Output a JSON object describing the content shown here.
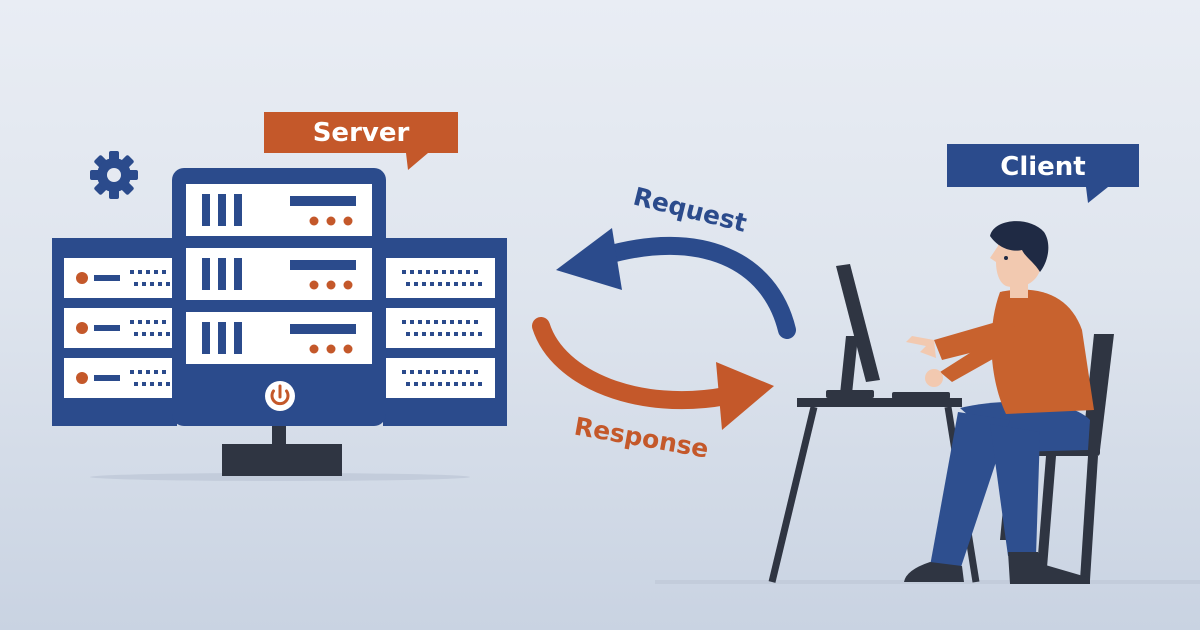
{
  "labels": {
    "server": "Server",
    "client": "Client",
    "request": "Request",
    "response": "Response"
  },
  "colors": {
    "navy": "#2b4b8c",
    "dark_navy": "#253a66",
    "orange": "#c4582a",
    "white": "#ffffff",
    "charcoal": "#2f3542",
    "shirt": "#c8622e",
    "jeans": "#2e4f8f",
    "skin": "#f2c9b0",
    "hair": "#1f2a44",
    "background_top": "#e9edf4",
    "background_bottom": "#c9d3e2"
  },
  "icons": {
    "gear": "gear-icon",
    "power": "power-icon"
  }
}
